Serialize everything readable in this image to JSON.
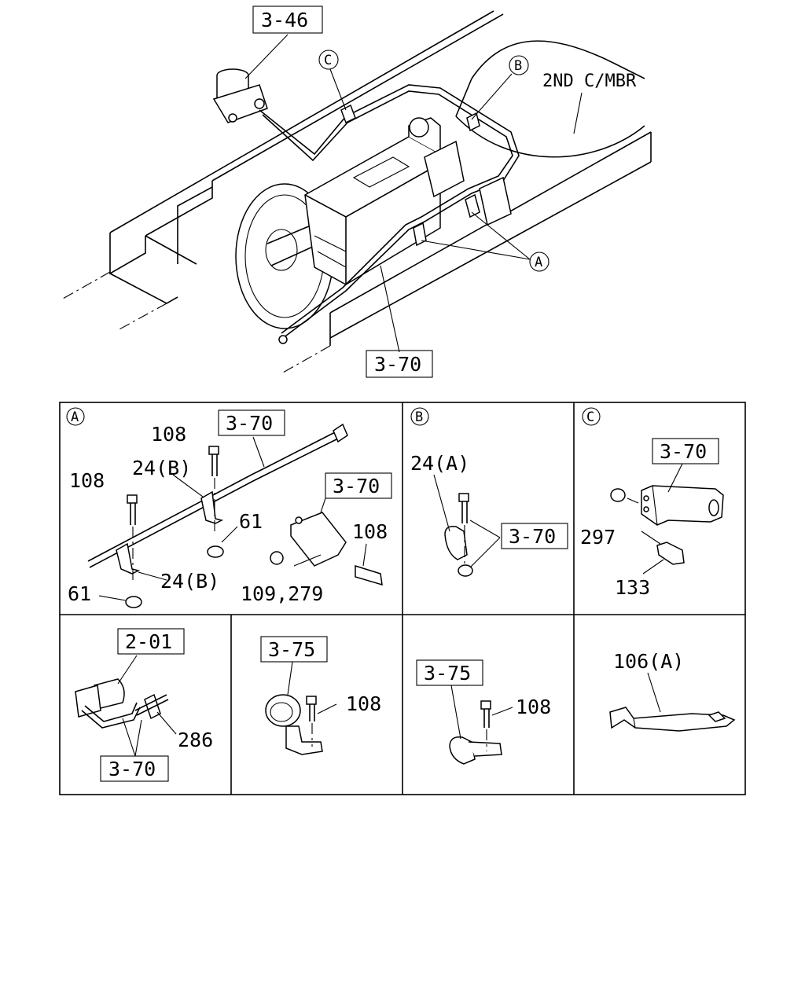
{
  "main_view": {
    "callouts": {
      "ref_3_46": "3-46",
      "ref_3_70": "3-70",
      "member_label": "2ND C/MBR",
      "circle_a": "A",
      "circle_b": "B",
      "circle_c": "C"
    }
  },
  "panels": {
    "a": {
      "tag": "A",
      "ref_top": "3-70",
      "ref_right": "3-70",
      "bolt_top": "108",
      "bolt_left": "108",
      "clip_upper": "24(B)",
      "clip_lower": "24(B)",
      "nut_right": "61",
      "nut_left": "61",
      "bolt_right": "108",
      "nut_pair": "109,279"
    },
    "b": {
      "tag": "B",
      "clip": "24(A)",
      "ref": "3-70"
    },
    "c": {
      "tag": "C",
      "ref": "3-70",
      "nut": "297",
      "bolt": "133"
    },
    "d": {
      "ref_top": "2-01",
      "ref_bottom": "3-70",
      "clip": "286"
    },
    "e": {
      "ref": "3-75",
      "bolt": "108"
    },
    "f": {
      "ref": "3-75",
      "bolt": "108"
    },
    "g": {
      "bracket": "106(A)"
    }
  }
}
